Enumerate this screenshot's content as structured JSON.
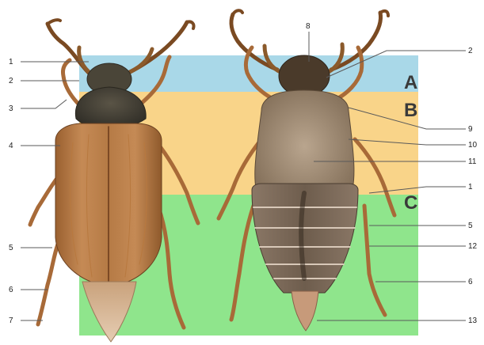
{
  "colors": {
    "band_a": "#a9d8e8",
    "band_b": "#f9d489",
    "band_c": "#8fe58c",
    "leader": "#5a5a5a",
    "label": "#222222",
    "segment_letter": "#3a3a3a"
  },
  "segments": {
    "a": "A",
    "b": "B",
    "c": "C"
  },
  "labels": {
    "left": [
      "1",
      "2",
      "3",
      "4",
      "5",
      "6",
      "7"
    ],
    "top": "8",
    "right": [
      "2",
      "9",
      "10",
      "11",
      "1",
      "5",
      "12",
      "6",
      "13"
    ]
  }
}
